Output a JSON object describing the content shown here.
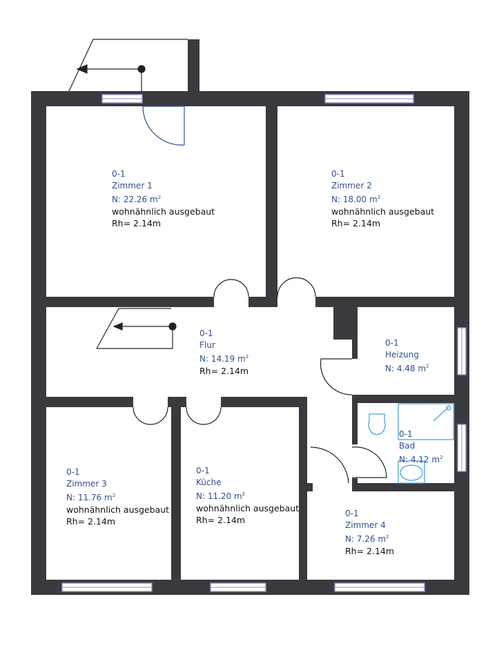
{
  "colors": {
    "wall": "#3a3a3e",
    "window": "#9a8fc8",
    "label": "#2f4f8f",
    "text": "#111111",
    "fixture": "#4aa3d8"
  },
  "rooms": [
    {
      "id": "zimmer1",
      "level": "0-1",
      "name": "Zimmer 1",
      "area": "N:  22.26  m",
      "note": "wohnähnlich ausgebaut",
      "height": "Rh= 2.14m"
    },
    {
      "id": "zimmer2",
      "level": "0-1",
      "name": "Zimmer 2",
      "area": "N:  18.00  m",
      "note": "wohnähnlich ausgebaut",
      "height": "Rh= 2.14m"
    },
    {
      "id": "flur",
      "level": "0-1",
      "name": "Flur",
      "area": "N:  14.19  m",
      "note": "",
      "height": "Rh= 2.14m"
    },
    {
      "id": "heizung",
      "level": "0-1",
      "name": "Heizung",
      "area": "N:  4.48  m",
      "note": "",
      "height": ""
    },
    {
      "id": "bad",
      "level": "0-1",
      "name": "Bad",
      "area": "N:  4.12  m",
      "note": "",
      "height": ""
    },
    {
      "id": "zimmer3",
      "level": "0-1",
      "name": "Zimmer 3",
      "area": "N:  11.76  m",
      "note": "wohnähnlich ausgebaut",
      "height": "Rh= 2.14m"
    },
    {
      "id": "kueche",
      "level": "0-1",
      "name": "Küche",
      "area": "N:  11.20  m",
      "note": "wohnähnlich ausgebaut",
      "height": "Rh= 2.14m"
    },
    {
      "id": "zimmer4",
      "level": "0-1",
      "name": "Zimmer 4",
      "area": "N:  7.26  m",
      "note": "",
      "height": "Rh= 2.14m"
    }
  ],
  "area_unit_sup": "2"
}
